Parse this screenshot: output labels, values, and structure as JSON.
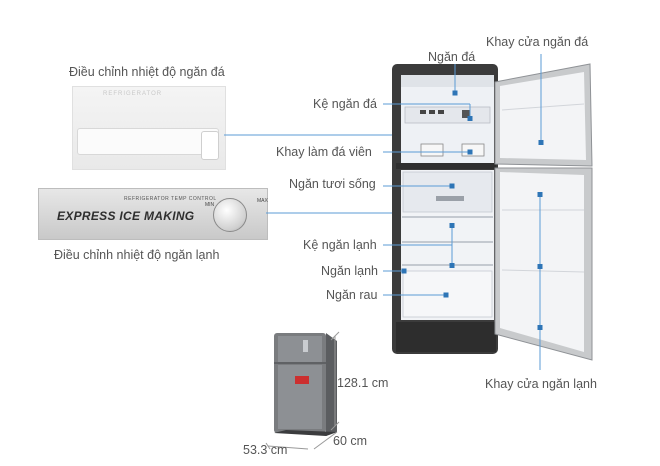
{
  "labels": {
    "ice_temp_control": "Điều chỉnh nhiệt độ ngăn đá",
    "fridge_temp_control": "Điều chỉnh nhiệt độ ngăn lạnh",
    "freezer": "Ngăn đá",
    "freezer_door_tray": "Khay cửa ngăn đá",
    "freezer_shelf": "Kệ ngăn đá",
    "ice_tray": "Khay làm đá viên",
    "fresh_compartment": "Ngăn tươi sống",
    "fridge_shelf": "Kệ ngăn lạnh",
    "fridge_compartment": "Ngăn lạnh",
    "vegetable_drawer": "Ngăn rau",
    "fridge_door_tray": "Khay cửa ngăn lạnh"
  },
  "panel_text": {
    "express_ice": "EXPRESS ICE MAKING",
    "refrigerator_temp_control": "REFRIGERATOR TEMP CONTROL",
    "min": "MIN",
    "max": "MAX"
  },
  "dimensions": {
    "height": "128.1 cm",
    "depth": "60 cm",
    "width": "53.3 cm"
  },
  "colors": {
    "leader_line": "#5b9bd5",
    "marker": "#2e75b6",
    "label_text": "#555555",
    "fridge_body": "#3a3a3a",
    "fridge_interior": "#eef1f5",
    "door_silver": "#c9cbcd"
  }
}
